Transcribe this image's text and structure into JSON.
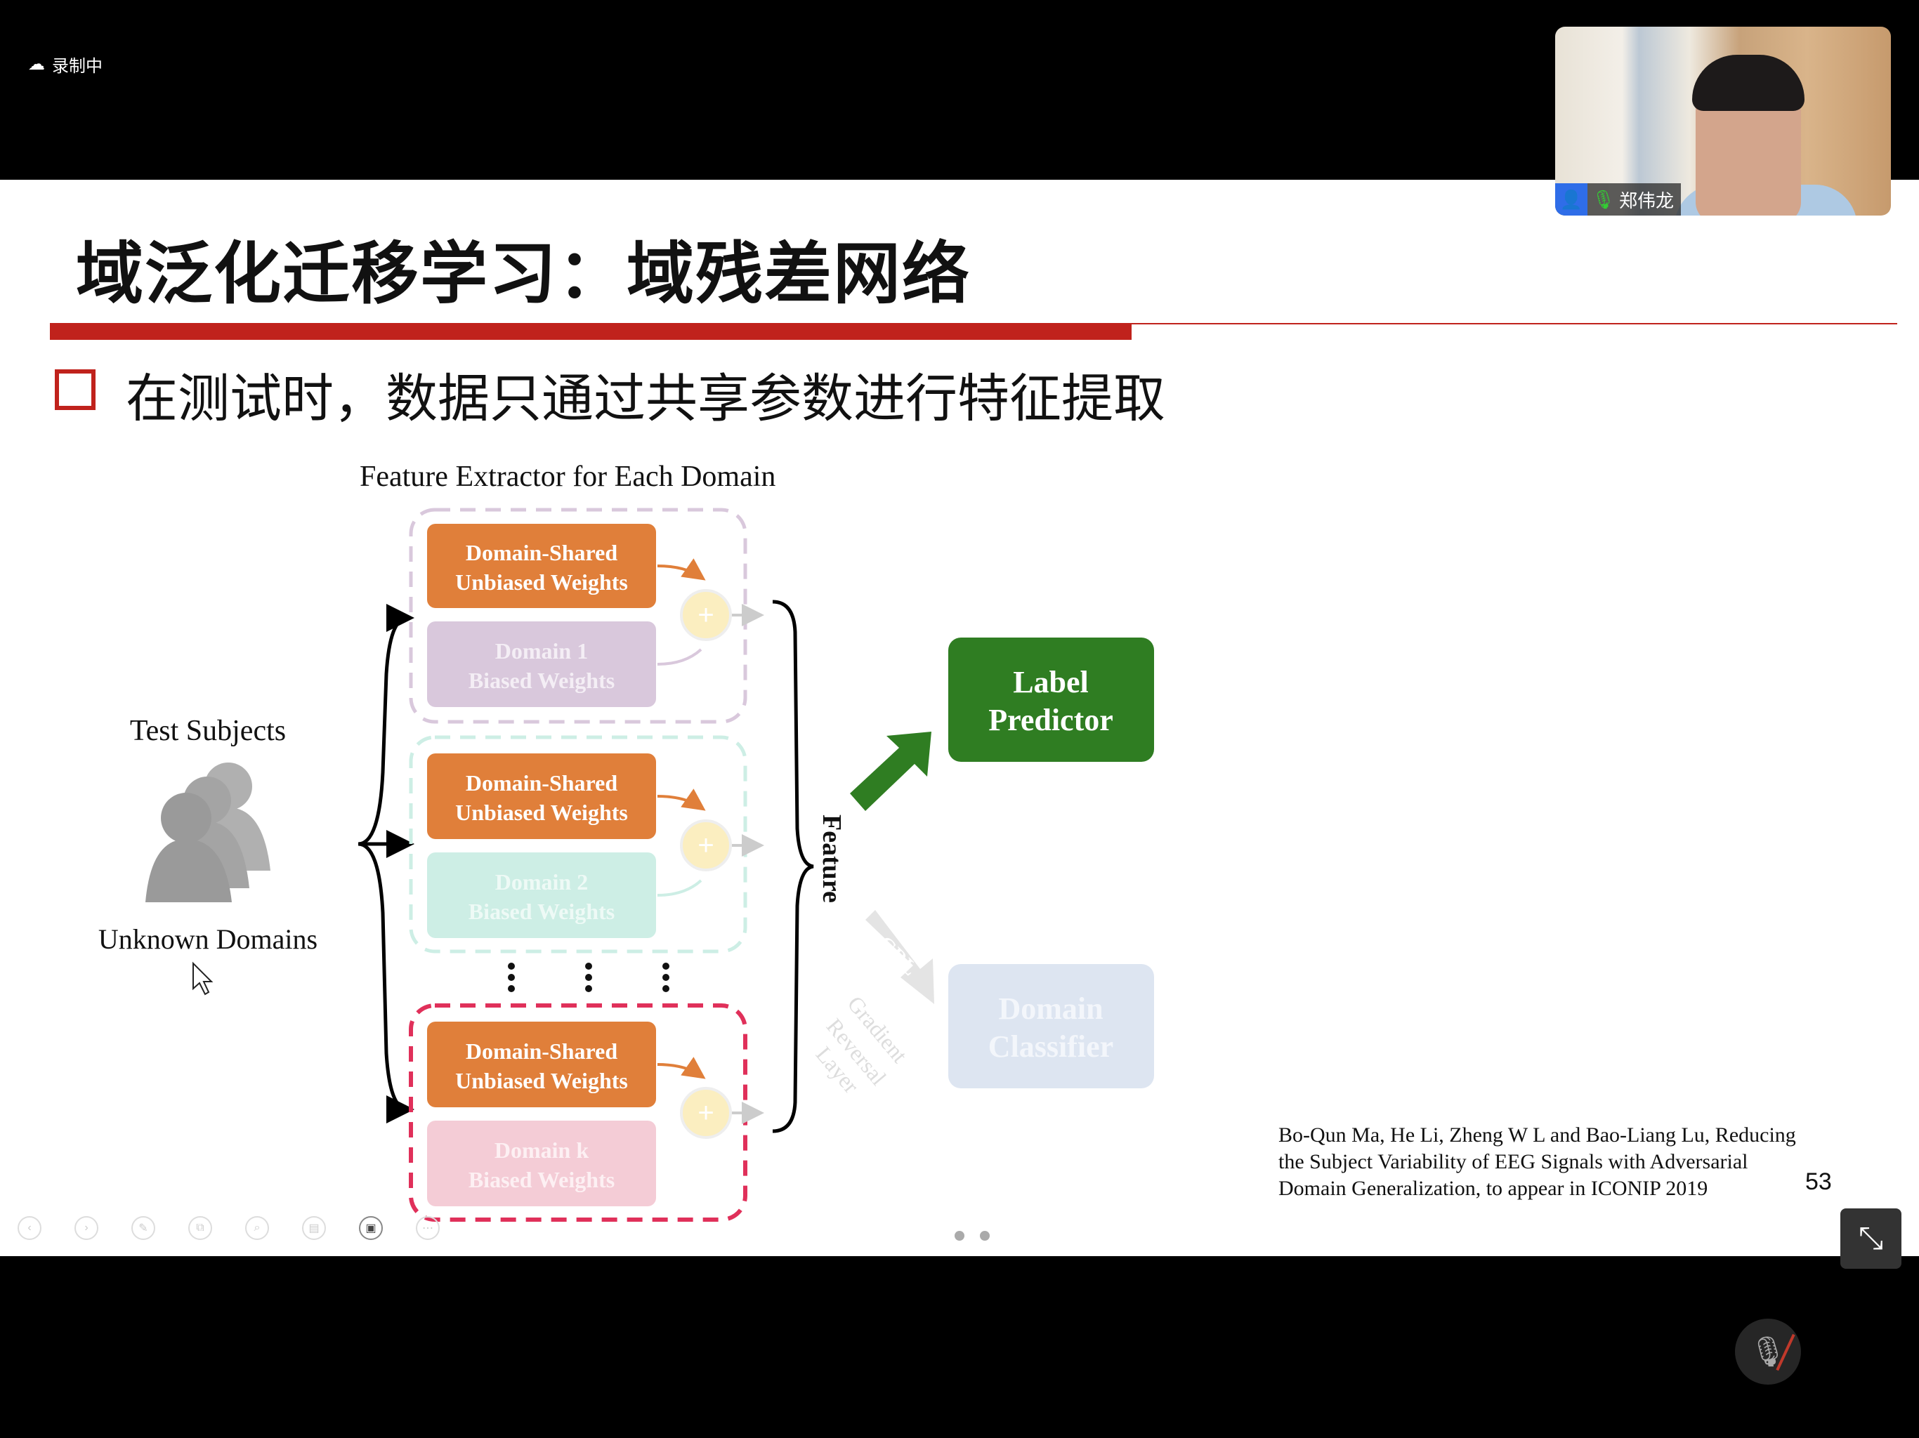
{
  "recording": {
    "icon": "cloud-icon",
    "label": "录制中"
  },
  "video": {
    "participant_name": "郑伟龙",
    "icons": [
      "user-icon",
      "mic-icon"
    ]
  },
  "slide": {
    "title": "域泛化迁移学习：域残差网络",
    "bullet": "在测试时，数据只通过共享参数进行特征提取",
    "diagram": {
      "extractor_heading": "Feature Extractor for Each Domain",
      "test_subjects": "Test Subjects",
      "unknown_domains": "Unknown Domains",
      "groups": [
        {
          "shared_1": "Domain-Shared",
          "shared_2": "Unbiased Weights",
          "biased_1": "Domain 1",
          "biased_2": "Biased Weights",
          "color": "#d9c8dc"
        },
        {
          "shared_1": "Domain-Shared",
          "shared_2": "Unbiased Weights",
          "biased_1": "Domain 2",
          "biased_2": "Biased Weights",
          "color": "#cdeee5"
        },
        {
          "shared_1": "Domain-Shared",
          "shared_2": "Unbiased Weights",
          "biased_1": "Domain k",
          "biased_2": "Biased Weights",
          "color": "#f4ccd6"
        }
      ],
      "feature_label": "Feature",
      "label_predictor_1": "Label",
      "label_predictor_2": "Predictor",
      "grl": "GRL",
      "grl_full_1": "Gradient",
      "grl_full_2": "Reversal",
      "grl_full_3": "Layer",
      "domain_classifier_1": "Domain",
      "domain_classifier_2": "Classifier",
      "colors": {
        "shared": "#e07f3a",
        "predictor": "#2f7d22",
        "classifier": "#dde5f1",
        "accent": "#c0221c",
        "highlight_dash": "#e0305a"
      }
    },
    "citation_lines": [
      "Bo-Qun Ma, He Li, Zheng W L and Bao-Liang Lu, Reducing",
      "the Subject Variability of EEG Signals with Adversarial",
      "Domain Generalization, to appear in ICONIP 2019"
    ],
    "page_number": "53"
  },
  "toolbar": {
    "icons": [
      "prev-icon",
      "next-icon",
      "pen-icon",
      "copy-icon",
      "zoom-icon",
      "grid-icon",
      "camera-icon",
      "more-icon"
    ]
  },
  "pagination": {
    "pages": 2
  }
}
